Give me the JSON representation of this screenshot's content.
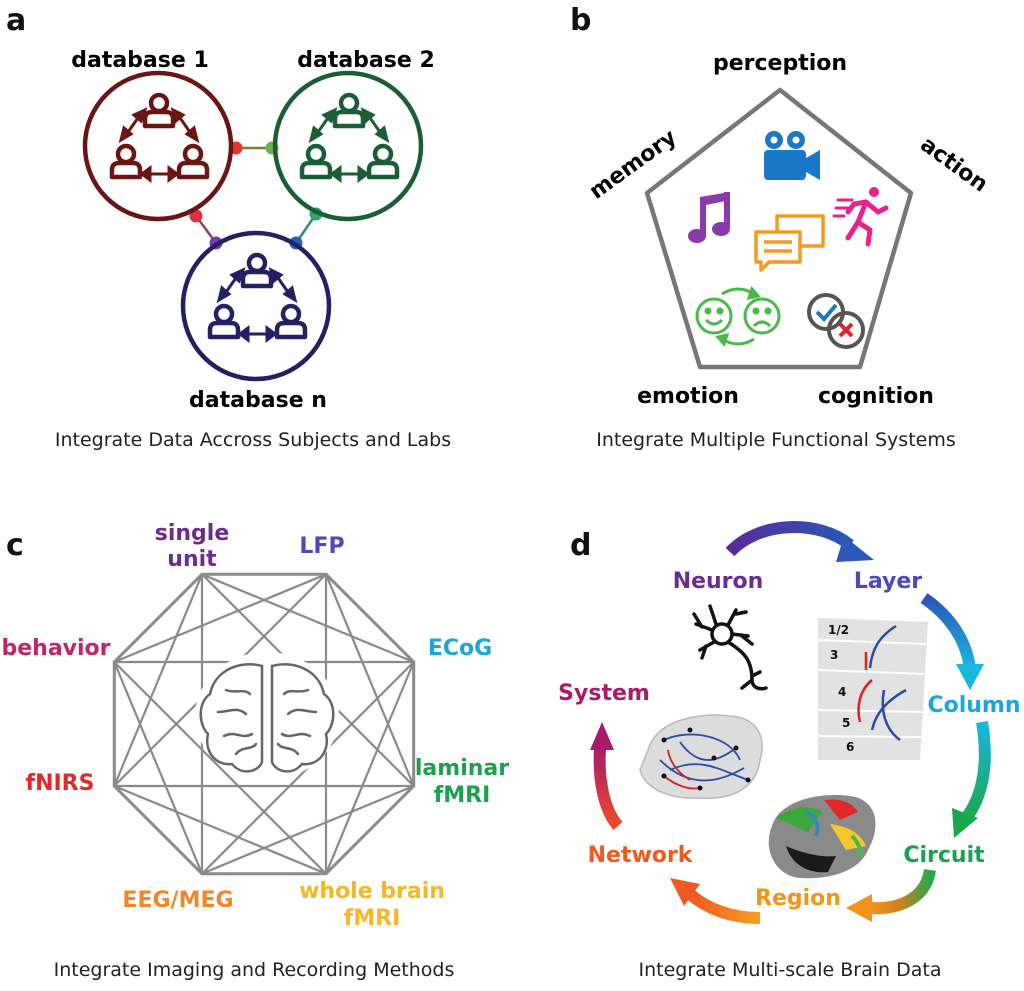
{
  "panel_a": {
    "label": "a",
    "db1": "database 1",
    "db2": "database 2",
    "dbn": "database n",
    "caption": "Integrate Data Accross Subjects and Labs",
    "colors": {
      "db1": "#6b1414",
      "db2": "#1b5e36",
      "dbn": "#232063"
    }
  },
  "panel_b": {
    "label": "b",
    "systems": {
      "perception": "perception",
      "memory": "memory",
      "action": "action",
      "emotion": "emotion",
      "cognition": "cognition"
    },
    "icons": [
      "video-camera-icon",
      "music-note-icon",
      "chat-bubbles-icon",
      "running-person-icon",
      "emotion-faces-icon",
      "check-cross-icon"
    ],
    "caption": "Integrate Multiple Functional Systems"
  },
  "panel_c": {
    "label": "c",
    "methods": {
      "single_unit_1": "single",
      "single_unit_2": "unit",
      "lfp": "LFP",
      "behavior": "behavior",
      "ecog": "ECoG",
      "laminar_1": "laminar",
      "laminar_2": "fMRI",
      "fnirs": "fNIRS",
      "eegmeg": "EEG/MEG",
      "whole_1": "whole brain",
      "whole_2": "fMRI"
    },
    "caption": "Integrate Imaging and Recording Methods"
  },
  "panel_d": {
    "label": "d",
    "scales": {
      "neuron": "Neuron",
      "layer": "Layer",
      "column": "Column",
      "circuit": "Circuit",
      "region": "Region",
      "network": "Network",
      "system": "System"
    },
    "layers": [
      "1/2",
      "3",
      "4",
      "5",
      "6"
    ],
    "caption": "Integrate Multi-scale Brain Data"
  }
}
